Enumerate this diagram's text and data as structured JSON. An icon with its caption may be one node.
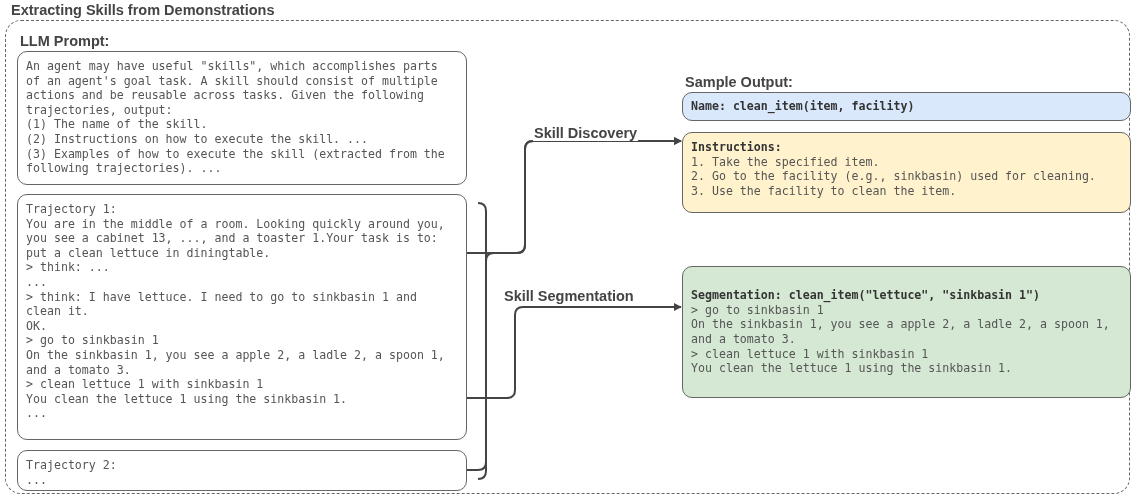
{
  "diagram": {
    "nodes": [
      {
        "text": [
          "Extracting Skills from Demonstrations"
        ]
      },
      {
        "text": [
          "LLM Prompt:",
          "An agent may have useful \"skills\", which accomplishes parts of an agent's goal task. A skill should consist of multiple actions and be reusable across tasks. Given the following trajectories, output:",
          "(1) The name of the skill.",
          "(2) Instructions on how to execute the skill. ...",
          "(3) Examples of how to execute the skill (extracted from the following trajectories). ..."
        ],
        "in": 0
      },
      {
        "text": [
          "Trajectory 1:",
          "You are in the middle of a room. Looking quickly around you, you see a cabinet 13, ..., and a toaster 1.Your task is to: put a clean lettuce in diningtable.",
          "> think: ...",
          "...",
          "> think: I have lettuce. I need to go to sinkbasin 1 and clean it.",
          "OK.",
          "> go to sinkbasin 1",
          "On the sinkbasin 1, you see a apple 2, a ladle 2, a spoon 1, and a tomato 3.",
          "> clean lettuce 1 with sinkbasin 1",
          "You clean the lettuce 1 using the sinkbasin 1.",
          "..."
        ],
        "in": 0
      },
      {
        "text": [
          "Trajectory 2:",
          "..."
        ],
        "in": 0
      },
      {
        "text": [
          "Sample Output:",
          "Name: clean_item(item, facility)"
        ],
        "in": 0
      },
      {
        "text": [
          "Instructions:",
          "1. Take the specified item.",
          "2. Go to the facility (e.g., sinkbasin) used for cleaning.",
          "3. Use the facility to clean the item."
        ],
        "in": 0
      },
      {
        "text": [
          "Segmentation: clean_item(\"lettuce\", \"sinkbasin 1\")",
          "> go to sinkbasin 1",
          "On the sinkbasin 1, you see a apple 2, a ladle 2, a spoon 1, and a tomato 3.",
          "> clean lettuce 1 with sinkbasin 1",
          "You clean the lettuce 1 using the sinkbasin 1."
        ],
        "in": 0
      }
    ],
    "edges": [
      {
        "from": 2,
        "to": 5,
        "arrow": "to",
        "label": "Skill Discovery"
      },
      {
        "from": 3,
        "to": 5,
        "arrow": "to"
      },
      {
        "from": 2,
        "to": 6,
        "arrow": "to",
        "label": "Skill Segmentation"
      }
    ]
  }
}
